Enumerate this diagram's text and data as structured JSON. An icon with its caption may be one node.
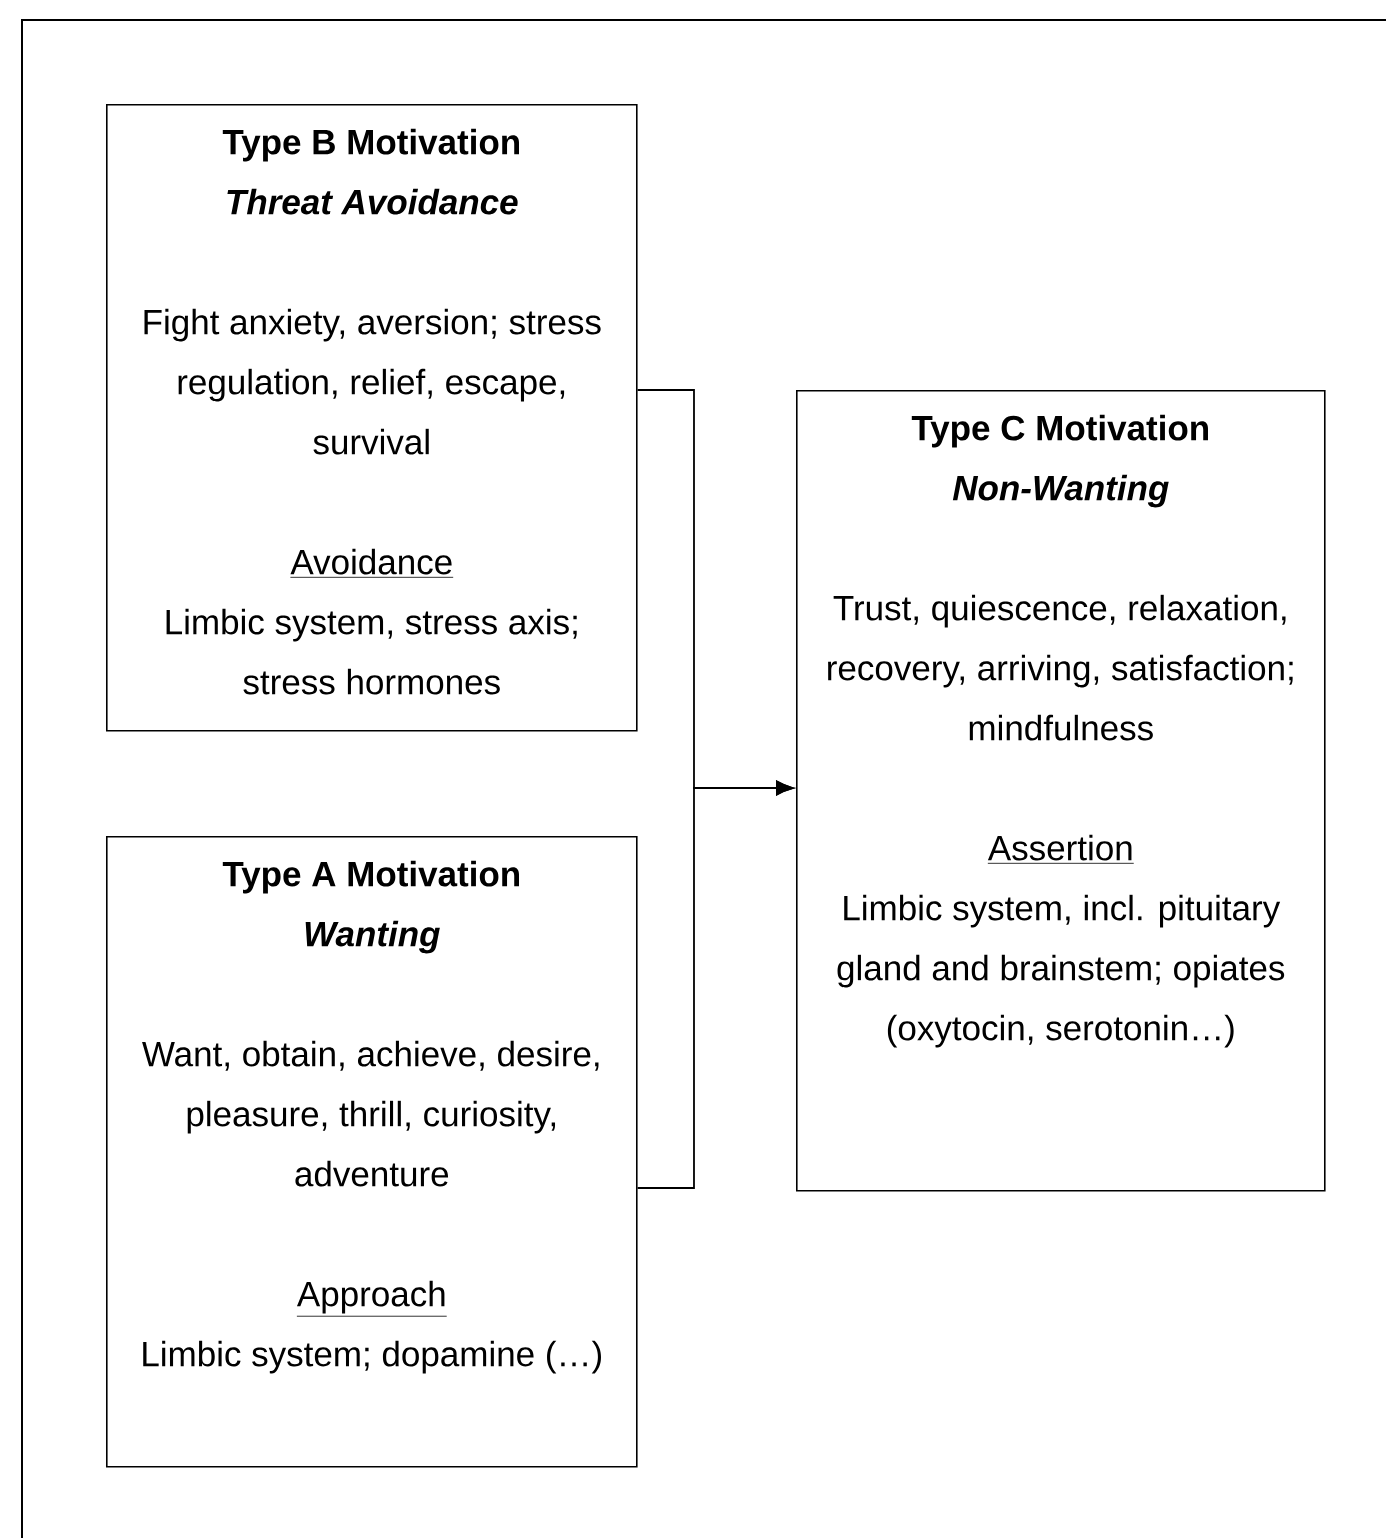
{
  "diagram": {
    "nodes": [
      {
        "text": [
          "Type B Motivation",
          "Threat Avoidance",
          "Fight anxiety, aversion; stress regulation, relief, escape, survival",
          "Avoidance",
          "Limbic system, stress axis; stress hormones"
        ]
      },
      {
        "text": [
          "Type A Motivation",
          "Wanting",
          "Want, obtain, achieve, desire, pleasure, thrill, curiosity, adventure",
          "Approach",
          "Limbic system; dopamine (…)"
        ]
      },
      {
        "text": [
          "Type C Motivation",
          "Non-Wanting",
          "Trust, quiescence, relaxation, recovery, arriving, satisfaction; mindfulness",
          "Assertion",
          "Limbic system, incl. pituitary gland and brainstem; opiates (oxytocin, serotonin…)"
        ]
      }
    ],
    "edges": [
      {
        "from": 0,
        "to": 2,
        "arrow": "to"
      },
      {
        "from": 1,
        "to": 2,
        "arrow": "to"
      }
    ]
  }
}
